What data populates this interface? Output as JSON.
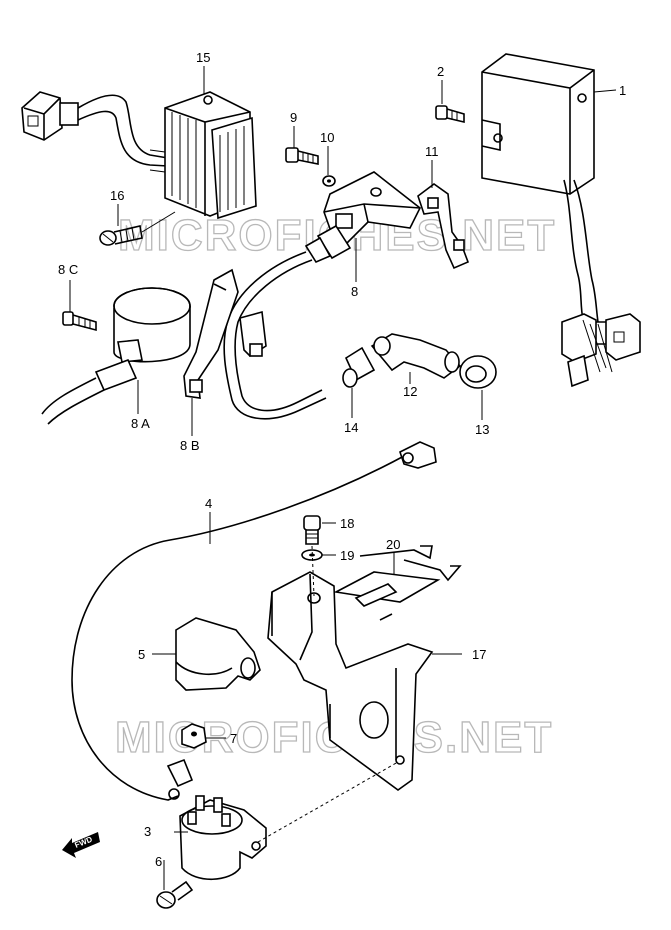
{
  "callouts": {
    "c1": "1",
    "c2": "2",
    "c3": "3",
    "c4": "4",
    "c5": "5",
    "c6": "6",
    "c7": "7",
    "c8": "8",
    "c8a": "8 A",
    "c8b": "8 B",
    "c8c": "8 C",
    "c9": "9",
    "c10": "10",
    "c11": "11",
    "c12": "12",
    "c13": "13",
    "c14": "14",
    "c15": "15",
    "c16": "16",
    "c17": "17",
    "c18": "18",
    "c19": "19",
    "c20": "20"
  },
  "watermark": {
    "top": "MICROFICHES.NET",
    "bottom": "MICROFICHES.NET"
  },
  "direction_marker": "FWD"
}
